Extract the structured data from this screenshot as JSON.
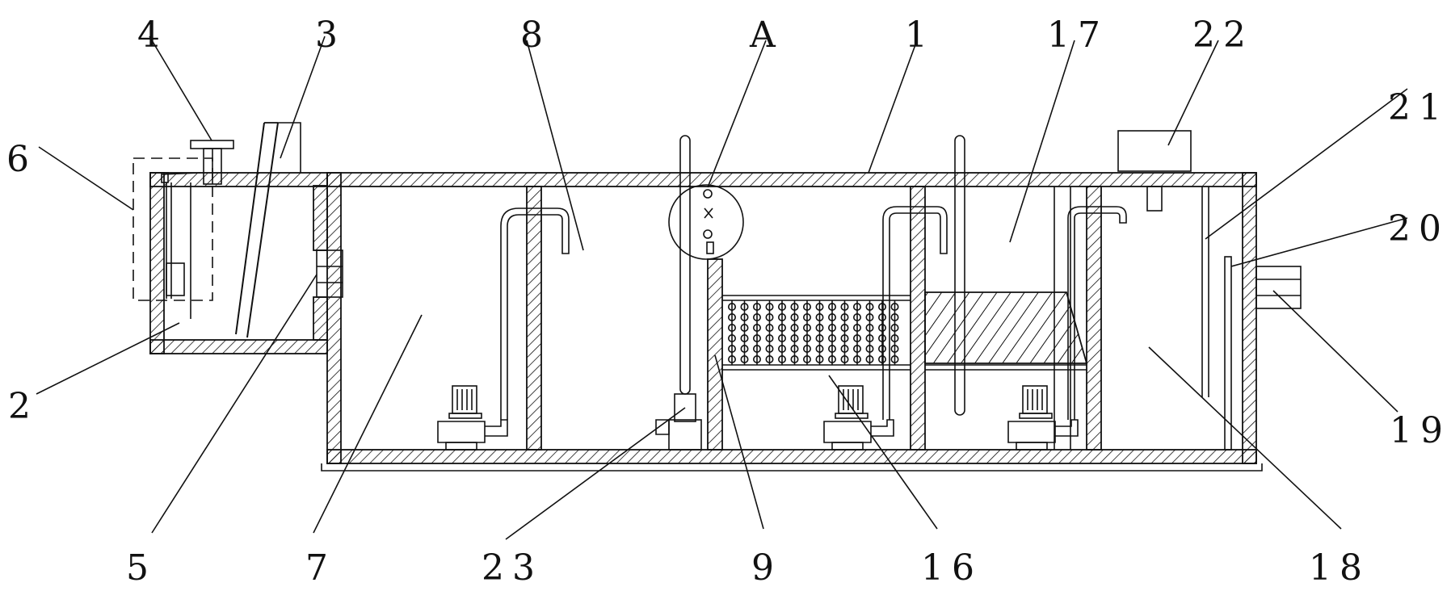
{
  "labels": {
    "l1": "1",
    "l2": "2",
    "l3": "3",
    "l4": "4",
    "l5": "5",
    "l6": "6",
    "l7": "7",
    "l8": "8",
    "l9": "9",
    "l16": "16",
    "l17": "17",
    "l18": "18",
    "l19": "19",
    "l20": "20",
    "l21": "21",
    "l22": "22",
    "l23": "23",
    "lA": "A"
  },
  "colors": {
    "stroke": "#111111",
    "background": "#ffffff"
  }
}
